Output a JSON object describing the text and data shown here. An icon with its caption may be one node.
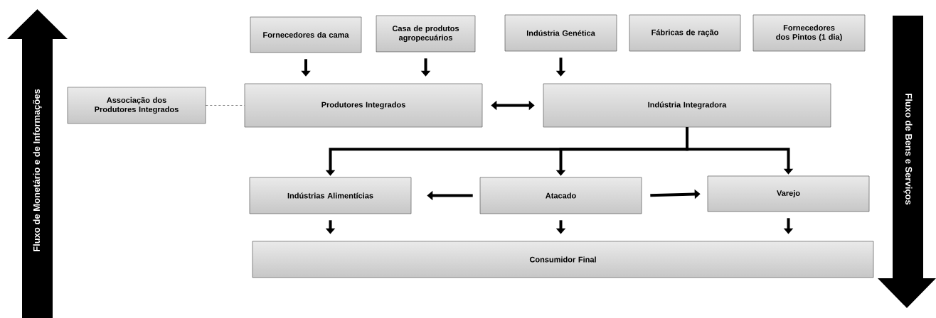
{
  "diagram": {
    "nodes": [
      {
        "text": [
          "Fornecedores da cama"
        ]
      },
      {
        "text": [
          "Casa de produtos agropecuários"
        ]
      },
      {
        "text": [
          "Indústria Genética"
        ]
      },
      {
        "text": [
          "Fábricas de ração"
        ]
      },
      {
        "text": [
          "Fornecedores dos Pintos (1 dia)"
        ]
      },
      {
        "text": [
          "Associação dos Produtores Integrados"
        ]
      },
      {
        "text": [
          "Produtores Integrados"
        ]
      },
      {
        "text": [
          "Indústria Integradora"
        ]
      },
      {
        "text": [
          "Indústrias Alimentícias"
        ]
      },
      {
        "text": [
          "Atacado"
        ]
      },
      {
        "text": [
          "Varejo"
        ]
      },
      {
        "text": [
          "Consumidor Final"
        ]
      },
      {
        "text": [
          "Fluxo de Monetário e de Informações"
        ]
      },
      {
        "text": [
          "Fluxo de Bens e Serviços"
        ]
      }
    ],
    "edges": [
      {
        "from": 0,
        "to": 6,
        "arrow": "to"
      },
      {
        "from": 1,
        "to": 6,
        "arrow": "to"
      },
      {
        "from": 2,
        "to": 7,
        "arrow": "to"
      },
      {
        "from": 5,
        "to": 6,
        "arrow": "none",
        "style": "dashed"
      },
      {
        "from": 6,
        "to": 7,
        "arrow": "both"
      },
      {
        "from": 7,
        "to": 8,
        "arrow": "to"
      },
      {
        "from": 7,
        "to": 9,
        "arrow": "to"
      },
      {
        "from": 7,
        "to": 10,
        "arrow": "to"
      },
      {
        "from": 9,
        "to": 8,
        "arrow": "to"
      },
      {
        "from": 9,
        "to": 10,
        "arrow": "to"
      },
      {
        "from": 8,
        "to": 11,
        "arrow": "to"
      },
      {
        "from": 9,
        "to": 11,
        "arrow": "to"
      },
      {
        "from": 10,
        "to": 11,
        "arrow": "to"
      }
    ]
  }
}
